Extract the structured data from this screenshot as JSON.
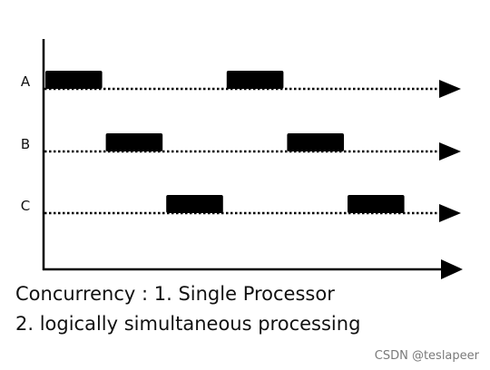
{
  "lanes": [
    {
      "label": "A",
      "blocks": [
        [
          0,
          1
        ],
        [
          3,
          4
        ]
      ]
    },
    {
      "label": "B",
      "blocks": [
        [
          1,
          2
        ],
        [
          4,
          5
        ]
      ]
    },
    {
      "label": "C",
      "blocks": [
        [
          2,
          3
        ],
        [
          5,
          6
        ]
      ]
    }
  ],
  "caption": {
    "line1": "Concurrency : 1. Single Processor",
    "line2": "2. logically simultaneous processing"
  },
  "watermark": "CSDN @teslapeer"
}
